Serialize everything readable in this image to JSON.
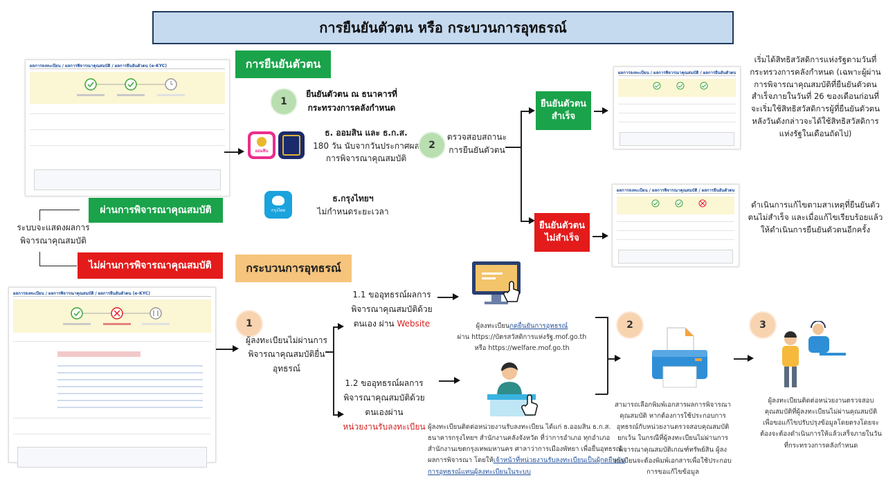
{
  "title": "การยืนยันตัวตน หรือ กระบวนการอุทธรณ์",
  "labels": {
    "verify": "การยืนยันตัวตน",
    "appeal": "กระบวนการอุทธรณ์",
    "passed": "ผ่านการพิจารณาคุณสมบัติ",
    "failed": "ไม่ผ่านการพิจารณาคุณสมบัติ",
    "verify_success": "ยืนยันตัวตนสำเร็จ",
    "verify_fail": "ยืนยันตัวตนไม่สำเร็จ"
  },
  "system_text": "ระบบจะแสดงผลการพิจารณาคุณสมบัติ",
  "verify_flow": {
    "step1_num": "1",
    "step1_text": "ยืนยันตัวตน ณ ธนาคารที่กระทรวงการคลังกำหนด",
    "bank1_title": "ธ. ออมสิน และ ธ.ก.ส.",
    "bank1_text": "180 วัน นับจากวันประกาศผลการพิจารณาคุณสมบัติ",
    "bank2_title": "ธ.กรุงไทยฯ",
    "bank2_text": "ไม่กำหนดระยะเวลา",
    "step2_num": "2",
    "step2_text": "ตรวจสอบสถานะการยืนยันตัวตน",
    "success_note": "เริ่มได้สิทธิสวัสดิการแห่งรัฐตามวันที่กระทรวงการคลังกำหนด (เฉพาะผู้ผ่านการพิจารณาคุณสมบัติที่ยืนยันตัวตนสำเร็จภายในวันที่ 26 ของเดือนก่อนที่จะเริ่มใช้สิทธิสวัสดิการผู้ที่ยืนยันตัวตนหลังวันดังกล่าวจะได้ใช้สิทธิสวัสดิการแห่งรัฐในเดือนถัดไป)",
    "fail_note": "ดำเนินการแก้ไขตามสาเหตุที่ยืนยันตัวตนไม่สำเร็จ และเมื่อแก้ไขเรียบร้อยแล้วให้ดำเนินการยืนยันตัวตนอีกครั้ง"
  },
  "appeal_flow": {
    "step1_num": "1",
    "step1_text": "ผู้ลงทะเบียนไม่ผ่านการพิจารณาคุณสมบัติยื่นอุทธรณ์",
    "opt1_text": "1.1 ขออุทธรณ์ผลการพิจารณาคุณสมบัติด้วยตนเอง ผ่าน",
    "opt1_channel": "Website",
    "opt2_text": "1.2 ขออุทธรณ์ผลการพิจารณาคุณสมบัติด้วยตนเองผ่าน",
    "opt2_channel": "หน่วยงานรับลงทะเบียน",
    "web_note_prefix": "ผู้ลงทะเบียน",
    "web_note_link": "กดยื่นยันการอุทธรณ์",
    "web_note_url1": "ผ่าน https://บัตรสวัสดิการแห่งรัฐ.mof.go.th",
    "web_note_url2": "หรือ https://welfare.mof.go.th",
    "office_note": "ผู้ลงทะเบียนติดต่อหน่วยงานรับลงทะเบียน ได้แก่ ธ.ออมสิน ธ.ก.ส. ธนาคารกรุงไทยฯ สำนักงานคลังจังหวัด ที่ว่าการอำเภอ ทุกอำเภอ สำนักงานเขตกรุงเทพมหานคร ศาลาว่าการเมืองพัทยา เพื่อยื่นอุทธรณ์ผลการพิจารณา โดยให้",
    "office_note_link": "เจ้าหน้าที่หน่วยงานรับลงทะเบียนเป็นผู้กดยืนยันการอุทธรณ์แทนผู้ลงทะเบียนในระบบ",
    "step2_num": "2",
    "step2_text": "สามารถเลือกพิมพ์เอกสารผลการพิจารณาคุณสมบัติ หากต้องการใช้ประกอบการอุทธรณ์กับหน่วยงานตรวจสอบคุณสมบัติ ยกเว้น ในกรณีที่ผู้ลงทะเบียนไม่ผ่านการพิจารณาคุณสมบัติเกณฑ์ทรัพย์สิน ผู้ลงทะเบียนจะต้องพิมพ์เอกสารเพื่อใช้ประกอบการขอแก้ไขข้อมูล",
    "step3_num": "3",
    "step3_text": "ผู้ลงทะเบียนติดต่อหน่วยงานตรวจสอบคุณสมบัติที่ผู้ลงทะเบียนไม่ผ่านคุณสมบัติ เพื่อขอแก้ไขปรับปรุงข้อมูลโดยตรงโดยจะต้องจะต้องดำเนินการให้แล้วเสร็จภายในวันที่กระทรวงการคลังกำหนด"
  },
  "screenshots": {
    "header": "ผลการลงทะเบียน / ผลการพิจารณาคุณสมบัติ / ผลการยืนยันตัวตน (e-KYC)"
  },
  "banks": {
    "gsb": "ออมสิน",
    "ktb": "กรุงไทย"
  },
  "colors": {
    "green": "#1aa34a",
    "red": "#e41b1b",
    "orange": "#f6c47c",
    "title_bg": "#c5d9ef"
  }
}
